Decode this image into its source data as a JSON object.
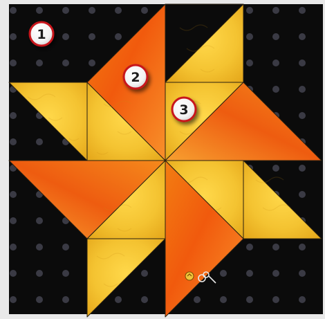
{
  "badges": [
    {
      "label": "1"
    },
    {
      "label": "2"
    },
    {
      "label": "3"
    }
  ],
  "colors": {
    "background": "#0b0b0b",
    "dots": "#3a3a44",
    "gold": "#f2bf2d",
    "orange": "#f06a10",
    "seam": "#2a2010",
    "badge_ring": "#c8131a",
    "badge_fill": "#ffffff"
  },
  "icons": {
    "watermark": "scissors-logo-icon"
  }
}
